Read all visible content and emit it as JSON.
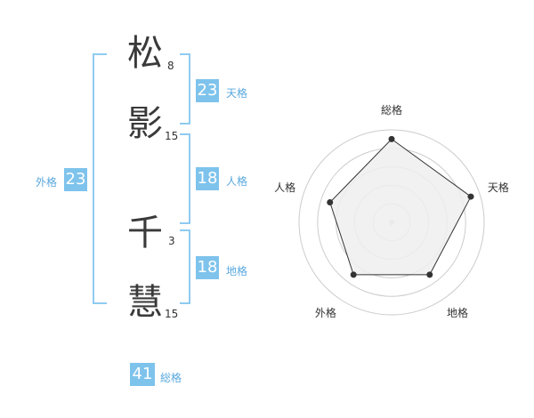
{
  "name": [
    {
      "char": "松",
      "strokes": "8"
    },
    {
      "char": "影",
      "strokes": "15"
    },
    {
      "char": "千",
      "strokes": "3"
    },
    {
      "char": "慧",
      "strokes": "15"
    }
  ],
  "fortunes": {
    "tenkaku": {
      "value": "23",
      "label": "天格"
    },
    "jinkaku": {
      "value": "18",
      "label": "人格"
    },
    "chikaku": {
      "value": "18",
      "label": "地格"
    },
    "gaikaku": {
      "value": "23",
      "label": "外格"
    },
    "soukaku": {
      "value": "41",
      "label": "総格"
    }
  },
  "chart_data": {
    "type": "radar",
    "axes": [
      "総格",
      "天格",
      "地格",
      "外格",
      "人格"
    ],
    "values": [
      4.5,
      4.5,
      3.5,
      3.5,
      3.5
    ],
    "max": 5,
    "colors": {
      "fill": "#eeeeee",
      "line": "#333333",
      "grid": "#cccccc"
    }
  }
}
